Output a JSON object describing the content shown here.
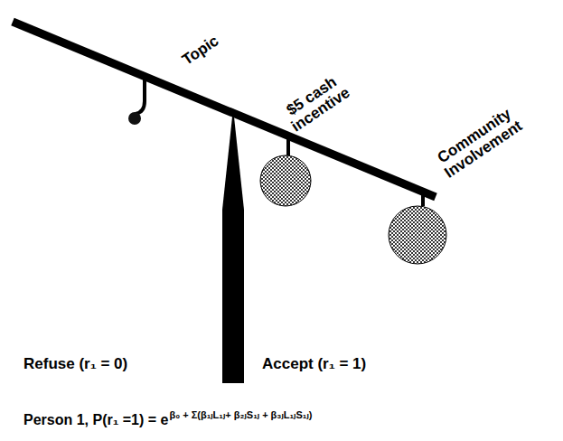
{
  "diagram": {
    "labels": [
      "Topic",
      "$5 cash incentive",
      "Community Involvement",
      "Refuse (r₁ = 0)",
      "Accept (r₁ = 1)",
      "Person 1, P(r₁ =1) = e",
      "β₀ + Σ(β₁ⱼL₁ⱼ+ β₂ⱼS₁ⱼ + β₃ⱼL₁ⱼS₁ⱼ)"
    ]
  }
}
